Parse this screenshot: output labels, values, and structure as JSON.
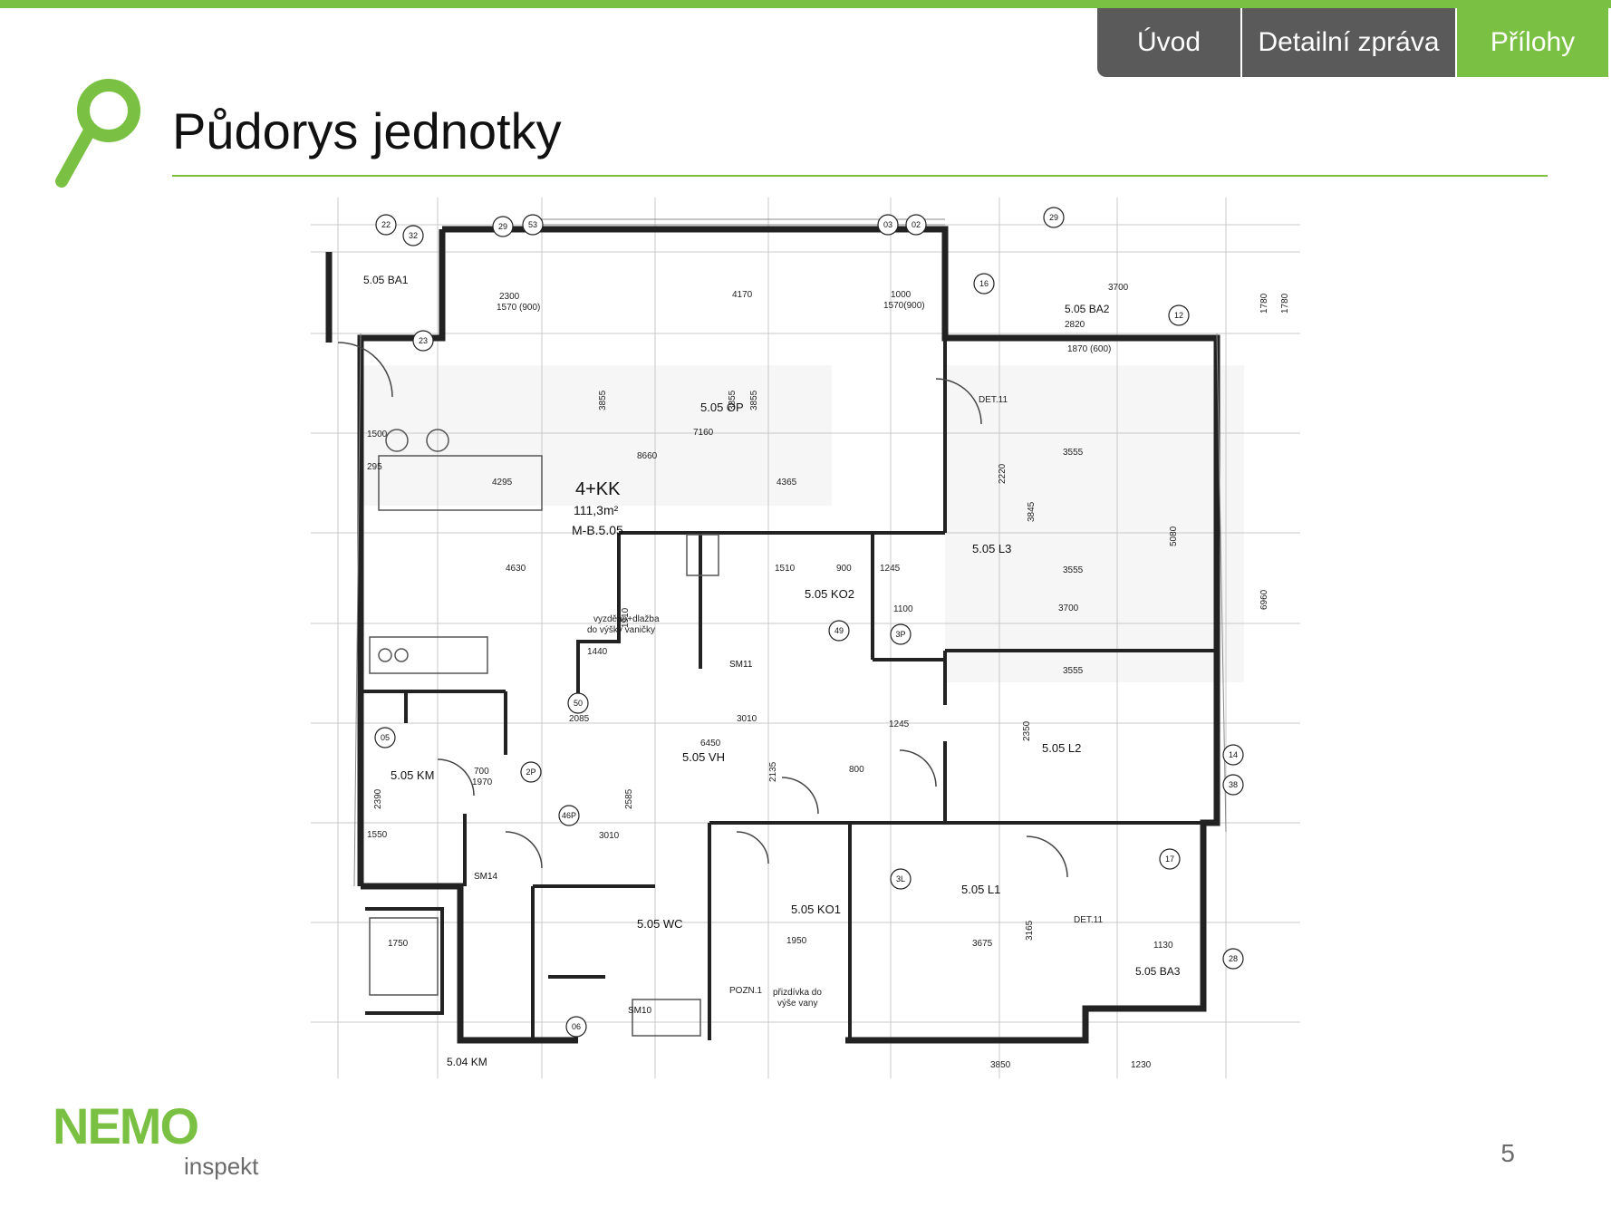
{
  "nav": {
    "tabs": [
      {
        "label": "Úvod"
      },
      {
        "label": "Detailní zpráva"
      },
      {
        "label": "Přílohy"
      }
    ]
  },
  "page": {
    "title": "Půdorys jednotky",
    "number": "5"
  },
  "logo": {
    "word": "NEMO",
    "sub": "inspekt"
  },
  "colors": {
    "accent": "#7ac143",
    "nav_dark": "#5a5a5a",
    "text": "#111111",
    "muted": "#6b6b6b"
  },
  "icons": {
    "title_icon": "magnifier-icon"
  },
  "plan": {
    "unit_type": "4+KK",
    "unit_area": "111,3m²",
    "unit_code": "M-B.5.05",
    "rooms": {
      "op": "5.05 OP",
      "l3": "5.05 L3",
      "l2": "5.05 L2",
      "l1": "5.05 L1",
      "vh": "5.05 VH",
      "km": "5.05 KM",
      "ko1": "5.05 KO1",
      "ko2": "5.05 KO2",
      "wc": "5.05 WC",
      "ba1": "5.05 BA1",
      "ba2": "5.05 BA2",
      "ba3": "5.05 BA3",
      "km_504": "5.04 KM"
    },
    "notes": {
      "tiling_1": "vyzděno+dlažba",
      "tiling_2": "do výšky vaničky",
      "pozn": "POZN.1",
      "wall_1": "přizdívka do",
      "wall_2": "výše vany",
      "det_1": "DET.11",
      "det_2": "DET.11"
    },
    "dims": {
      "d4170": "4170",
      "d7160": "7160",
      "d8660": "8660",
      "d4295": "4295",
      "d4365": "4365",
      "d3555a": "3555",
      "d3555b": "3555",
      "d3555c": "3555",
      "d3700a": "3700",
      "d3700b": "3700",
      "d6450": "6450",
      "d3010a": "3010",
      "d3010b": "3010",
      "d2085": "2085",
      "d1500": "1500",
      "d4630": "4630",
      "d1440": "1440",
      "d1550": "1550",
      "d1750": "1750",
      "d3675": "3675",
      "d3850": "3850",
      "d1950": "1950",
      "d1230": "1230",
      "d2820": "2820",
      "d1245a": "1245",
      "d1245b": "1245",
      "d1100": "1100",
      "d5080": "5080",
      "d6960": "6960",
      "d1780a": "1780",
      "d1780b": "1780",
      "d2300": "2300",
      "d1000": "1000",
      "d3855a": "3855",
      "d3855b": "3855",
      "d3855c": "3855",
      "d2220": "2220",
      "d3845": "3845",
      "d2350": "2350",
      "d3165": "3165",
      "d2585": "2585",
      "d2390": "2390",
      "d1910": "1910",
      "d900": "900",
      "d1510": "1510",
      "d1570": "1570 (900)",
      "d1570b": "1570(900)",
      "d1870": "1870 (600)",
      "d1130": "1130",
      "d700": "700",
      "d1970": "1970",
      "d800": "800",
      "d295": "295",
      "d2135": "2135"
    },
    "tags": {
      "k22": "22",
      "z32": "32",
      "k29": "29",
      "t53": "53",
      "k03": "03",
      "t02": "02",
      "z29": "29",
      "t16": "16",
      "k12": "12",
      "t23": "23",
      "di50": "50",
      "di2p": "2P",
      "di3p": "3P",
      "di3l": "3L",
      "dp46p": "46P",
      "t14": "14",
      "z38": "38",
      "t17": "17",
      "z28": "28",
      "z06": "06",
      "x05": "05",
      "di49": "49",
      "sm11": "SM11",
      "sm14": "SM14",
      "sm10": "SM10"
    }
  }
}
